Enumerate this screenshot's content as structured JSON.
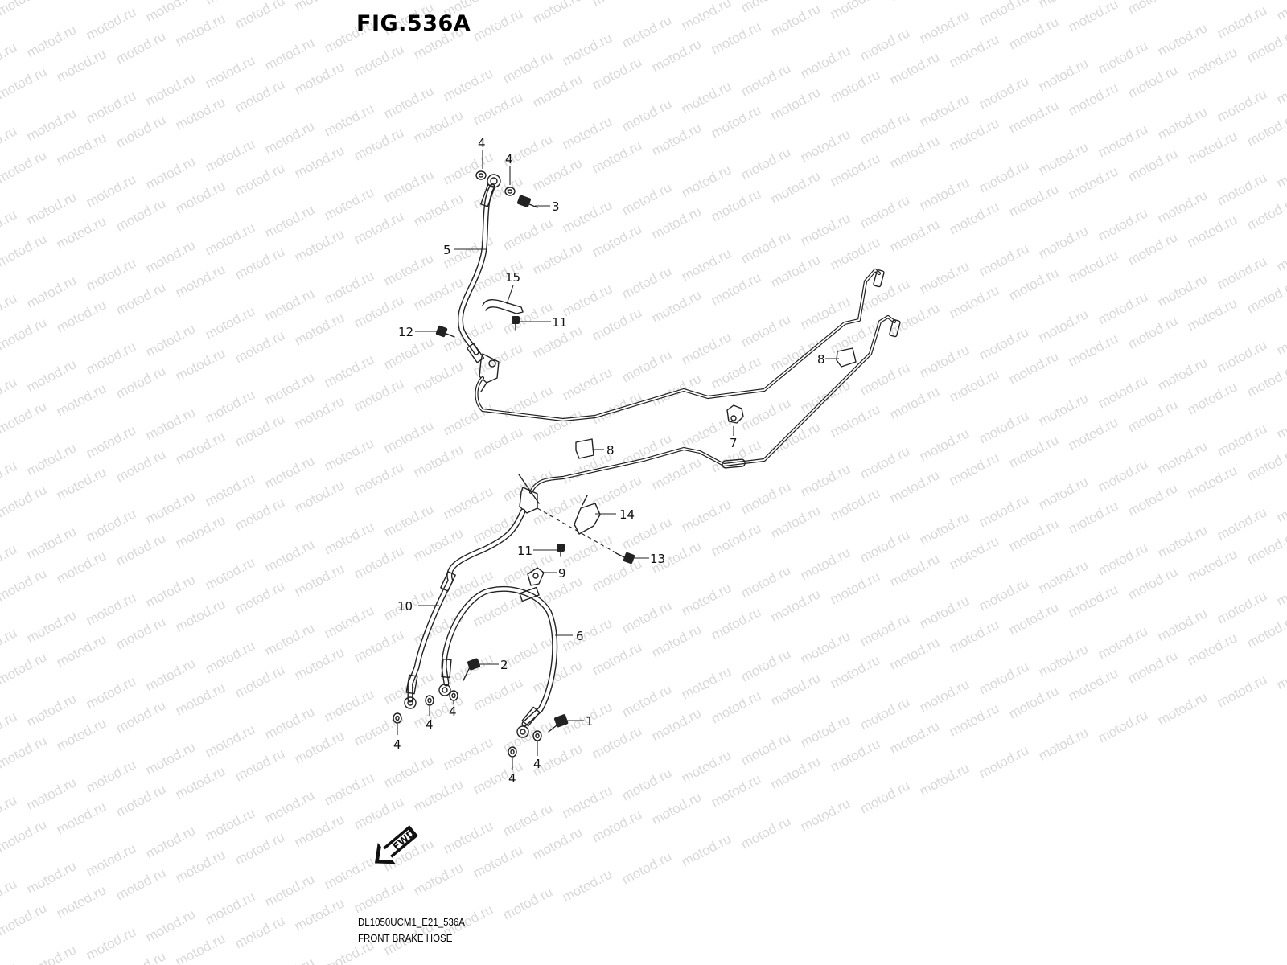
{
  "figure": {
    "title": "FIG.536A",
    "code": "DL1050UCM1_E21_536A",
    "name": "FRONT BRAKE HOSE",
    "fwd_label": "FWD"
  },
  "watermark": {
    "text": "motod.ru",
    "color": "#d9d9d9"
  },
  "callouts": [
    {
      "id": "c-4a",
      "text": "4"
    },
    {
      "id": "c-4b",
      "text": "4"
    },
    {
      "id": "c-3",
      "text": "3"
    },
    {
      "id": "c-5",
      "text": "5"
    },
    {
      "id": "c-15",
      "text": "15"
    },
    {
      "id": "c-11a",
      "text": "11"
    },
    {
      "id": "c-12",
      "text": "12"
    },
    {
      "id": "c-8a",
      "text": "8"
    },
    {
      "id": "c-7",
      "text": "7"
    },
    {
      "id": "c-8b",
      "text": "8"
    },
    {
      "id": "c-14",
      "text": "14"
    },
    {
      "id": "c-11b",
      "text": "11"
    },
    {
      "id": "c-13",
      "text": "13"
    },
    {
      "id": "c-9",
      "text": "9"
    },
    {
      "id": "c-10",
      "text": "10"
    },
    {
      "id": "c-6",
      "text": "6"
    },
    {
      "id": "c-2",
      "text": "2"
    },
    {
      "id": "c-4c",
      "text": "4"
    },
    {
      "id": "c-4d",
      "text": "4"
    },
    {
      "id": "c-4e",
      "text": "4"
    },
    {
      "id": "c-1",
      "text": "1"
    },
    {
      "id": "c-4f",
      "text": "4"
    },
    {
      "id": "c-4g",
      "text": "4"
    }
  ]
}
